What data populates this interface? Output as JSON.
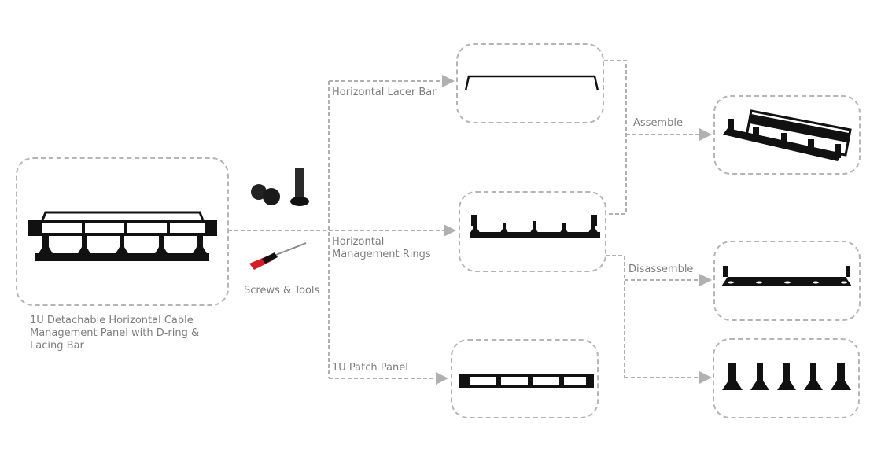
{
  "source": {
    "caption": [
      "1U Detachable Horizontal Cable",
      "Management Panel with D-ring &",
      "Lacing Bar"
    ]
  },
  "accessories": {
    "label": "Screws & Tools"
  },
  "branches": {
    "lacer_bar": "Horizontal Lacer Bar",
    "rings": [
      "Horizontal",
      "Management Rings"
    ],
    "patch_panel": "1U Patch Panel"
  },
  "actions": {
    "assemble": "Assemble",
    "disassemble": "Disassemble"
  },
  "colors": {
    "connector": "#b0b0b0",
    "text": "#7d7d7d",
    "product": "#111111"
  }
}
